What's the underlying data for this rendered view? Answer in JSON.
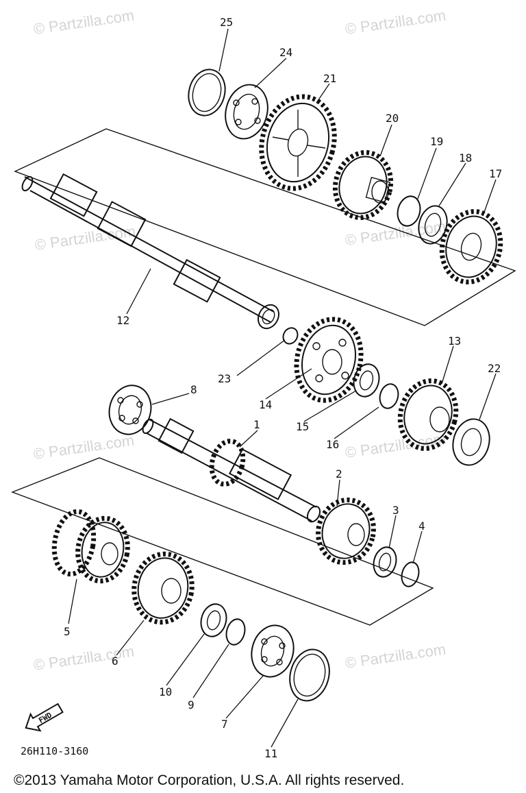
{
  "watermarks": [
    "© Partzilla.com",
    "© Partzilla.com",
    "© Partzilla.com",
    "© Partzilla.com",
    "© Partzilla.com",
    "© Partzilla.com",
    "© Partzilla.com",
    "© Partzilla.com"
  ],
  "part_numbers": {
    "p1": "1",
    "p2": "2",
    "p3": "3",
    "p4": "4",
    "p5": "5",
    "p6": "6",
    "p7": "7",
    "p8": "8",
    "p9": "9",
    "p10": "10",
    "p11": "11",
    "p12": "12",
    "p13": "13",
    "p14": "14",
    "p15": "15",
    "p16": "16",
    "p17": "17",
    "p18": "18",
    "p19": "19",
    "p20": "20",
    "p21": "21",
    "p22": "22",
    "p23": "23",
    "p24": "24",
    "p25": "25"
  },
  "fwd_label": "FWD",
  "diagram_code": "26H110-3160",
  "copyright": "©2013 Yamaha Motor Corporation, U.S.A. All rights reserved."
}
